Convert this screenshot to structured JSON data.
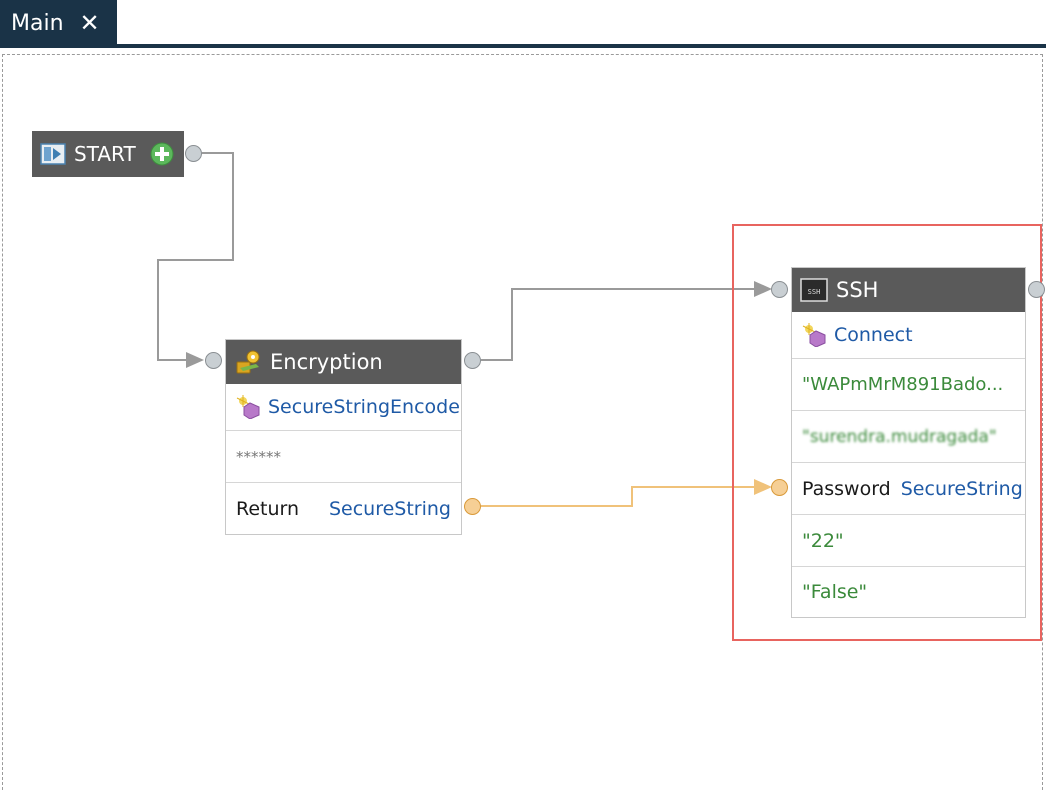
{
  "tab": {
    "label": "Main"
  },
  "start_node": {
    "label": "START"
  },
  "encryption_node": {
    "title": "Encryption",
    "function": "SecureStringEncode",
    "input_value": "******",
    "return_label": "Return",
    "return_type": "SecureString"
  },
  "ssh_node": {
    "title": "SSH",
    "function": "Connect",
    "host_value": "\"WAPmMrM891Bado...",
    "user_value": "\"surendra.mudragada\"",
    "password_label": "Password",
    "password_type": "SecureString",
    "port_value": "\"22\"",
    "flag_value": "\"False\""
  },
  "icons": {
    "tab_close": "close-icon",
    "start": "start-flag-icon",
    "add": "add-circle-icon",
    "encryption": "key-icon",
    "ssh": "terminal-icon",
    "function": "function-gem-icon"
  },
  "colors": {
    "tab_bg": "#1a3347",
    "node_header": "#5a5a5a",
    "link_blue": "#1f5aa6",
    "value_green": "#3b8a3b",
    "highlight": "#e8645f",
    "data_wire": "#f0c27a"
  }
}
